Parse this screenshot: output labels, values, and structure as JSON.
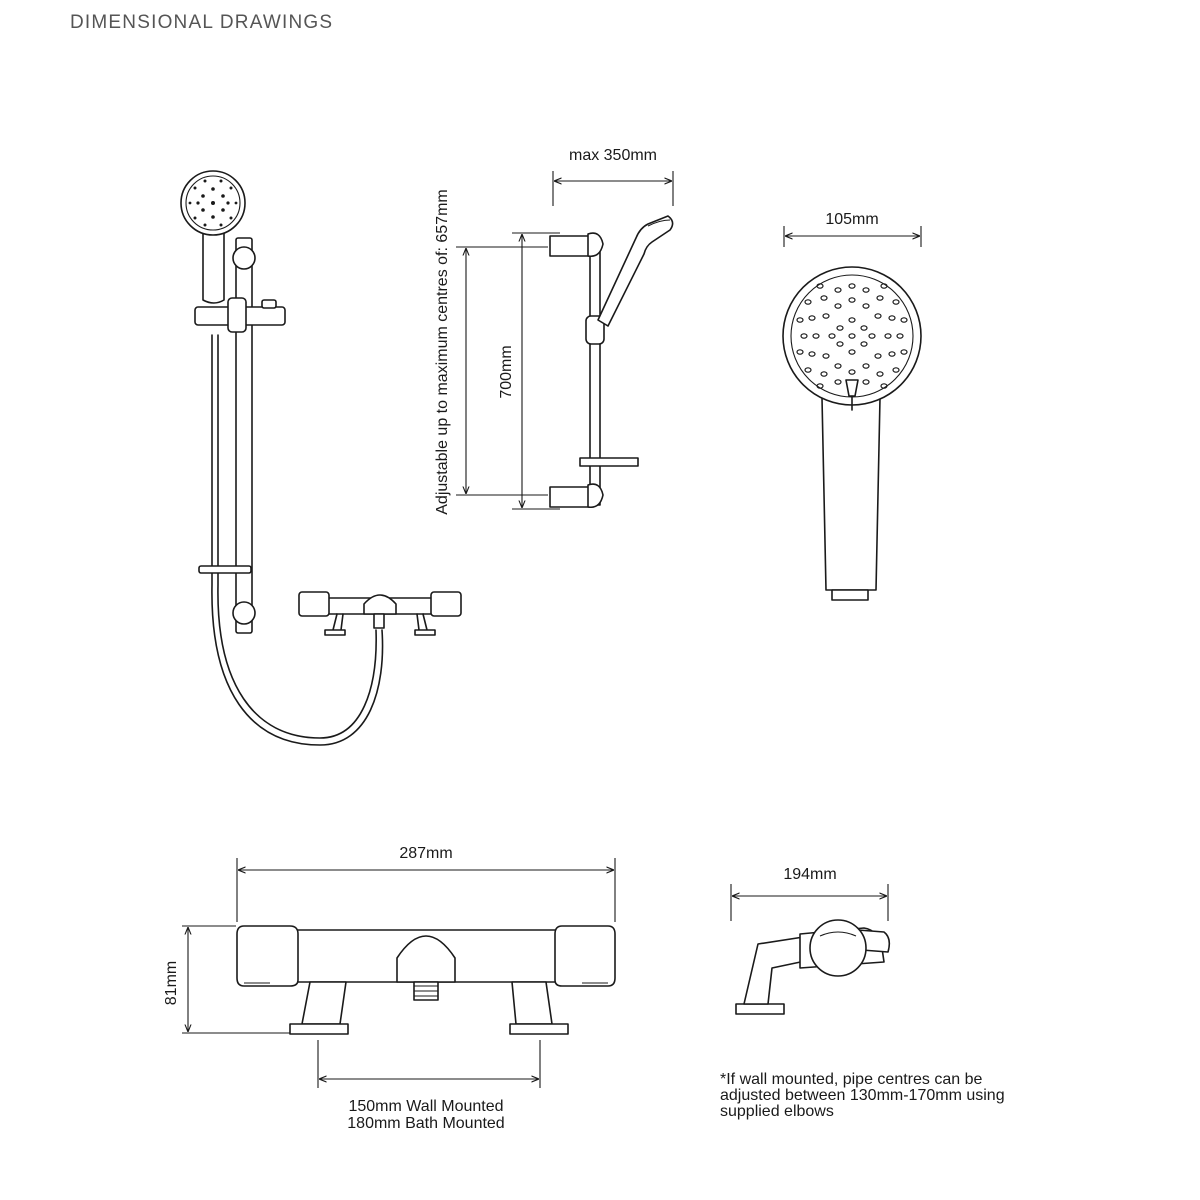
{
  "page": {
    "title": "DIMENSIONAL DRAWINGS"
  },
  "dimensions": {
    "rail_max": "max 350mm",
    "rail_adjustable": "Adjustable up to maximum centres of: 657mm",
    "rail_length": "700mm",
    "handset_width": "105mm",
    "valve_width": "287mm",
    "valve_height": "81mm",
    "valve_depth": "194mm"
  },
  "notes": {
    "centres_line1": "150mm Wall Mounted",
    "centres_line2": "180mm Bath Mounted",
    "wall_line1": "*If wall mounted, pipe centres can be",
    "wall_line2": "adjusted between 130mm-170mm using",
    "wall_line3": "supplied elbows"
  }
}
